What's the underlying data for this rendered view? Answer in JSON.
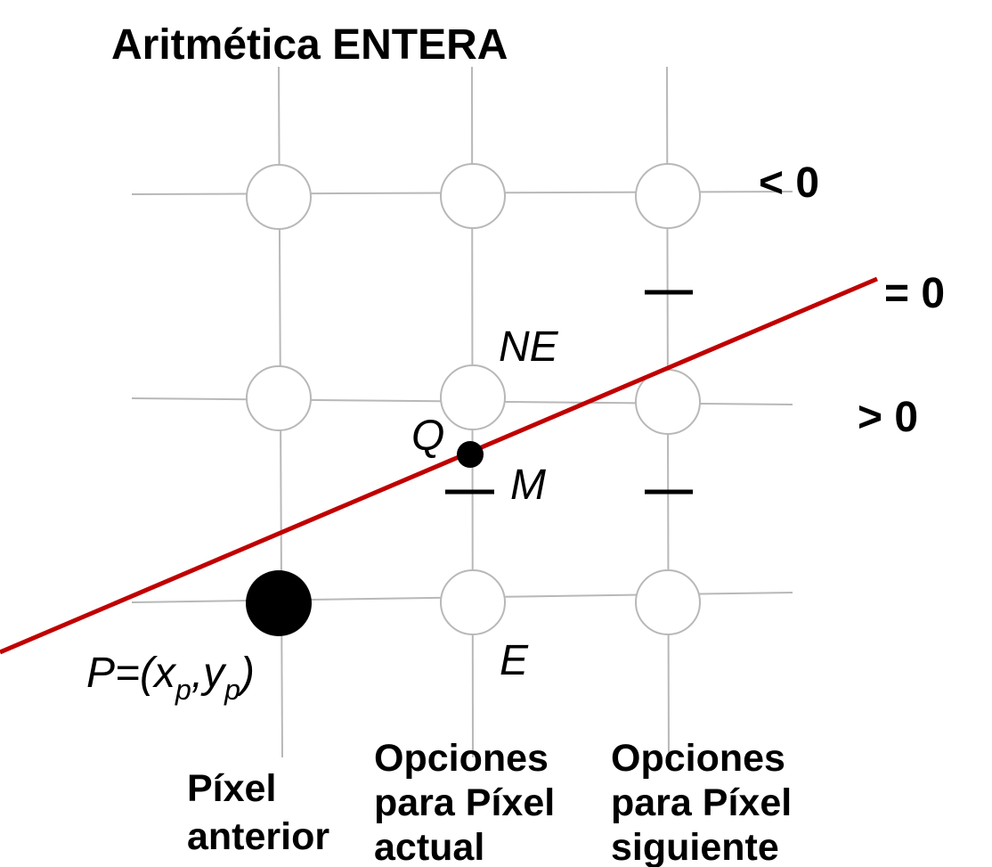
{
  "title": "Aritmética ENTERA",
  "region_labels": {
    "less": "< 0",
    "equal": "= 0",
    "greater": "> 0"
  },
  "points": {
    "ne": "NE",
    "e": "E",
    "q": "Q",
    "m": "M",
    "p_prefix": "P=(",
    "p_x": "x",
    "p_sub1": "p",
    "p_comma": ",",
    "p_y": "y",
    "p_sub2": "p",
    "p_suffix": ")"
  },
  "captions": {
    "previous": [
      "Píxel",
      "anterior"
    ],
    "current": [
      "Opciones",
      "para Píxel",
      "actual"
    ],
    "next": [
      "Opciones",
      "para Píxel",
      "siguiente"
    ]
  },
  "colors": {
    "line": "#c00000",
    "grid": "#b8b8b8",
    "pixel_filled": "#000000"
  }
}
